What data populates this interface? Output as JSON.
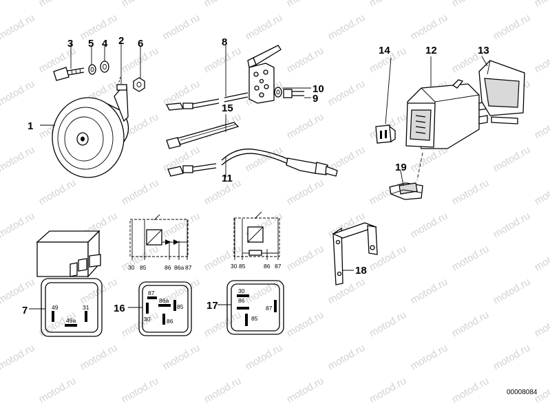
{
  "watermark": "motod.ru",
  "diagram_ref": "00008084",
  "part_numbers": [
    "1",
    "2",
    "3",
    "4",
    "5",
    "6",
    "7",
    "8",
    "9",
    "10",
    "11",
    "12",
    "13",
    "14",
    "15",
    "16",
    "17",
    "18",
    "19"
  ],
  "relay_7_pins": [
    "49",
    "31",
    "49a"
  ],
  "relay_16_pins": [
    "87",
    "86a",
    "85",
    "30",
    "86"
  ],
  "relay_17_pins": [
    "30",
    "86",
    "87",
    "85"
  ],
  "schematic_16_pins": [
    "30",
    "85",
    "86",
    "86a",
    "87"
  ],
  "schematic_17_pins": [
    "30",
    "85",
    "86",
    "87"
  ]
}
